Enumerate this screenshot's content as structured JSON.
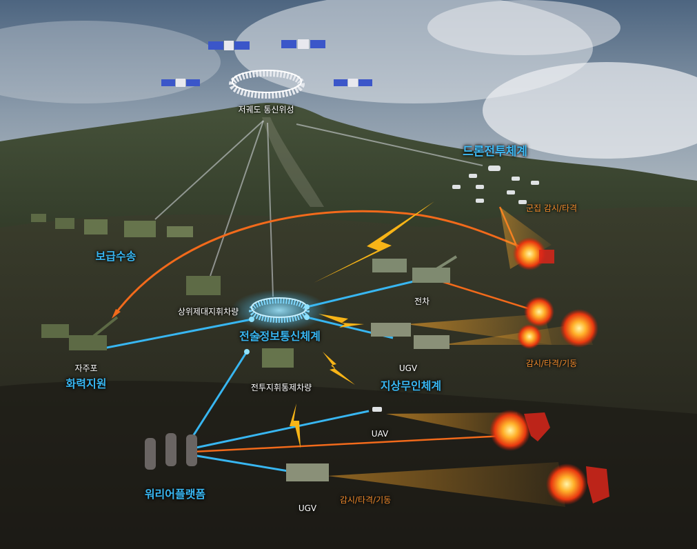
{
  "labels": {
    "satellite": "저궤도 통신위성",
    "drone_system": "드론전투체계",
    "swarm": "군집 감시/타격",
    "supply": "보급수송",
    "upper_command": "상위제대지휘차량",
    "tactical_network": "전술정보통신체계",
    "tank": "전차",
    "self_propelled_gun": "자주포",
    "fire_support": "화력지원",
    "ugv_right": "UGV",
    "ground_unmanned": "지상무인체계",
    "surveillance_right": "감시/타격/기동",
    "combat_command": "전투지휘통제차량",
    "uav": "UAV",
    "warrior": "워리어플랫폼",
    "ugv_bottom": "UGV",
    "surveillance_bottom": "감시/타격/기동"
  },
  "colors": {
    "link_blue": "#38b6f1",
    "link_orange": "#f26a1b",
    "label_orange": "#f08a2c",
    "lightning": "#f7b417"
  },
  "icons": [
    "satellite-icon",
    "satellite-ring-icon",
    "network-hub-icon",
    "drone-icon",
    "tank-icon",
    "truck-icon",
    "soldier-icon",
    "lightning-icon",
    "explosion-icon"
  ]
}
